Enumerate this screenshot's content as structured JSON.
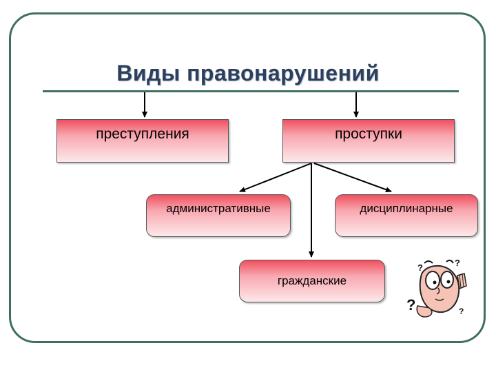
{
  "diagram": {
    "title": "Виды правонарушений",
    "nodes": {
      "crimes": "преступления",
      "misdemeanors": "проступки",
      "administrative": "административные",
      "disciplinary": "дисциплинарные",
      "civil": "гражданские"
    },
    "edges": [
      [
        "title",
        "crimes"
      ],
      [
        "title",
        "misdemeanors"
      ],
      [
        "misdemeanors",
        "administrative"
      ],
      [
        "misdemeanors",
        "disciplinary"
      ],
      [
        "misdemeanors",
        "civil"
      ]
    ]
  },
  "colors": {
    "frame": "#3f6f62",
    "title": "#2c3f5c",
    "box_top": "#f05060",
    "box_bottom": "#fde8ea"
  },
  "icons": {
    "illustration": "confused-face-clipart-icon"
  }
}
